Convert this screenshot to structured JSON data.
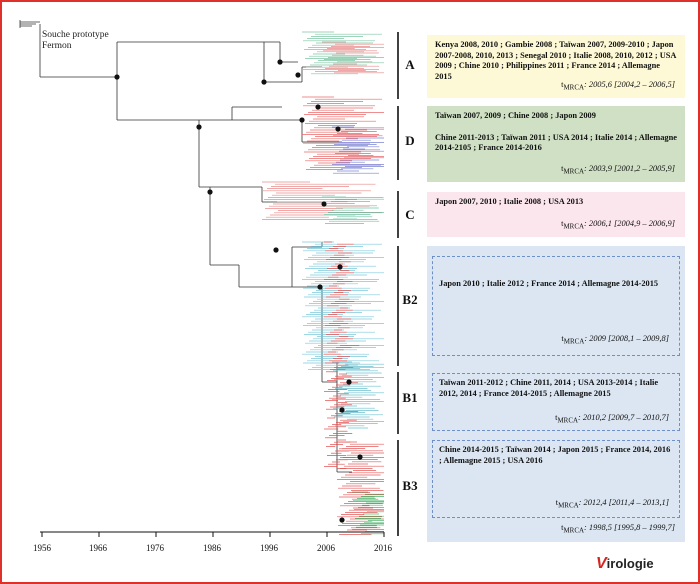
{
  "figure": {
    "prototype_label_line1": "Souche prototype",
    "prototype_label_line2": "Fermon",
    "axis_ticks": [
      "1956",
      "1966",
      "1976",
      "1986",
      "1996",
      "2006",
      "2016"
    ],
    "logo_mark": "V",
    "logo_text": "irologie"
  },
  "clades": {
    "A": {
      "letter": "A",
      "text": "Kenya 2008, 2010 ; Gambie 2008 ; Taïwan 2007, 2009-2010 ; Japon 2007-2008, 2010, 2013 ; Senegal 2010 ; Italie 2008, 2010, 2012 ; USA 2009 ; Chine 2010 ; Philippines 2011 ; France 2014 ; Allemagne 2015",
      "tmrca_value": ": 2005,6 [2004,2 – 2006,5]"
    },
    "D": {
      "letter": "D",
      "text1": "Taïwan 2007, 2009 ; Chine 2008 ; Japon 2009",
      "text2": "Chine 2011-2013 ; Taïwan 2011 ; USA 2014 ; Italie 2014 ; Allemagne 2014-2105 ; France 2014-2016",
      "tmrca_value": ": 2003,9 [2001,2 – 2005,9]"
    },
    "C": {
      "letter": "C",
      "text": "Japon 2007, 2010 ; Italie 2008 ; USA 2013",
      "tmrca_value": ": 2006,1 [2004,9 – 2006,9]"
    },
    "B2": {
      "letter": "B2",
      "text": "Japon 2010 ; Italie 2012 ; France 2014 ; Allemagne 2014-2015",
      "tmrca_value": ": 2009 [2008,1 – 2009,8]"
    },
    "B1": {
      "letter": "B1",
      "text": "Taïwan 2011-2012 ; Chine 2011, 2014 ; USA 2013-2014 ; Italie 2012, 2014 ; France 2014-2015 ; Allemagne 2015",
      "tmrca_value": ": 2010,2 [2009,7 – 2010,7]"
    },
    "B3": {
      "letter": "B3",
      "text": "Chine 2014-2015 ; Taïwan 2014 ; Japon 2015 ; France 2014, 2016 ; Allemagne 2015 ; USA 2016",
      "tmrca_value": ": 2012,4 [2011,4 – 2013,1]"
    },
    "B": {
      "tmrca_value": ": 1998,5 [1995,8 – 1999,7]"
    },
    "tmrca_prefix": "t",
    "tmrca_sub": "MRCA"
  }
}
